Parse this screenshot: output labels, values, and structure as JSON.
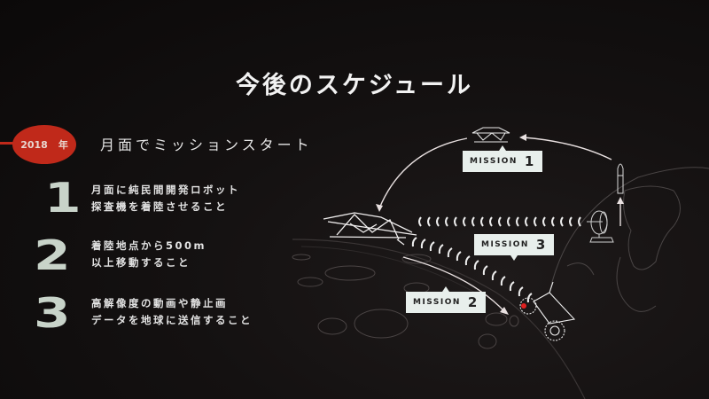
{
  "slide": {
    "title": "今後のスケジュール",
    "year_badge": {
      "year": "2018",
      "suffix": "年",
      "color": "#c0291a"
    },
    "headline": "月面でミッションスタート",
    "goals": [
      {
        "number": "1",
        "lines": [
          "月面に純民間開発ロボット",
          "探査機を着陸させること"
        ]
      },
      {
        "number": "2",
        "lines": [
          "着陸地点から500m",
          "以上移動すること"
        ]
      },
      {
        "number": "3",
        "lines": [
          "高解像度の動画や静止画",
          "データを地球に送信すること"
        ]
      }
    ],
    "diagram": {
      "missions": [
        {
          "word": "MISSION",
          "number": "1"
        },
        {
          "word": "MISSION",
          "number": "2"
        },
        {
          "word": "MISSION",
          "number": "3"
        }
      ],
      "icons": [
        "lander-icon",
        "rocket-icon",
        "antenna-dish-icon",
        "rover-icon",
        "earth-icon",
        "moon-surface"
      ]
    }
  }
}
